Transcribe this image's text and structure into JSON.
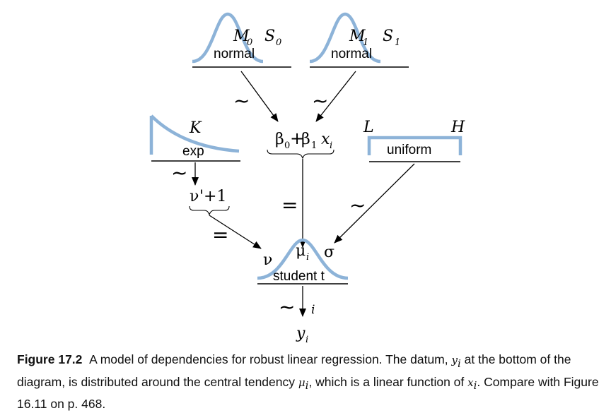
{
  "diagram": {
    "top_left": {
      "dist": "normal",
      "param1": "M",
      "param1_sub": "0",
      "param2": "S",
      "param2_sub": "0"
    },
    "top_right": {
      "dist": "normal",
      "param1": "M",
      "param1_sub": "1",
      "param2": "S",
      "param2_sub": "1"
    },
    "exp": {
      "dist": "exp",
      "param": "K"
    },
    "uniform": {
      "dist": "uniform",
      "param_low": "L",
      "param_high": "H"
    },
    "student": {
      "dist": "student t",
      "nu": "ν",
      "mu": "μ",
      "mu_sub": "i",
      "sigma": "σ"
    },
    "linear": {
      "beta0": "β",
      "beta0_sub": "0",
      "plus": "+",
      "beta1": "β",
      "beta1_sub": "1",
      "x": "x",
      "x_sub": "i"
    },
    "nu_expr": {
      "nu": "ν",
      "rest": "'+1"
    },
    "output": {
      "y": "y",
      "y_sub": "i",
      "index": "i"
    },
    "relations": {
      "tilde": "~",
      "equals": "="
    }
  },
  "caption": {
    "label": "Figure 17.2",
    "text_1": "A model of dependencies for robust linear regression. The datum, ",
    "y": "y",
    "y_sub": "i",
    "text_2": " at the bottom of the diagram, is distributed around the central tendency ",
    "mu": "μ",
    "mu_sub": "i",
    "text_3": ", which is a linear function of ",
    "x": "x",
    "x_sub": "i",
    "text_4": ". Compare with Figure 16.11 on p. 468."
  }
}
